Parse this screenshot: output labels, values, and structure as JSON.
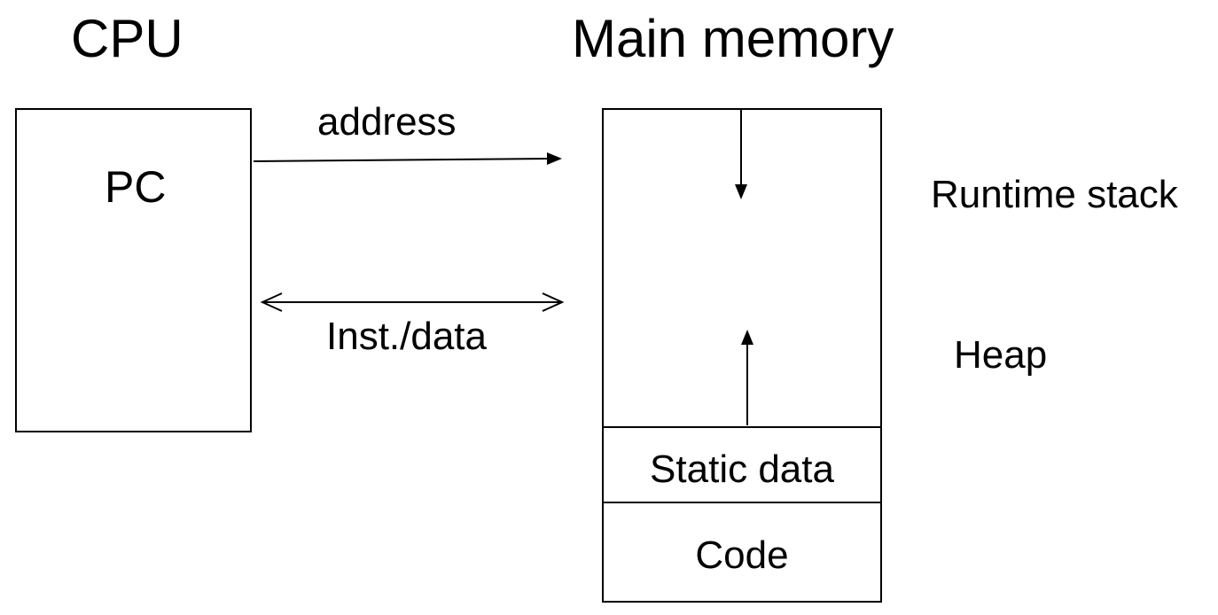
{
  "cpu": {
    "title": "CPU",
    "register_label": "PC"
  },
  "memory": {
    "title": "Main memory",
    "segments": {
      "static_data": "Static data",
      "code": "Code"
    },
    "side_labels": {
      "runtime_stack": "Runtime stack",
      "heap": "Heap"
    }
  },
  "buses": {
    "address_label": "address",
    "inst_data_label": "Inst./data"
  }
}
